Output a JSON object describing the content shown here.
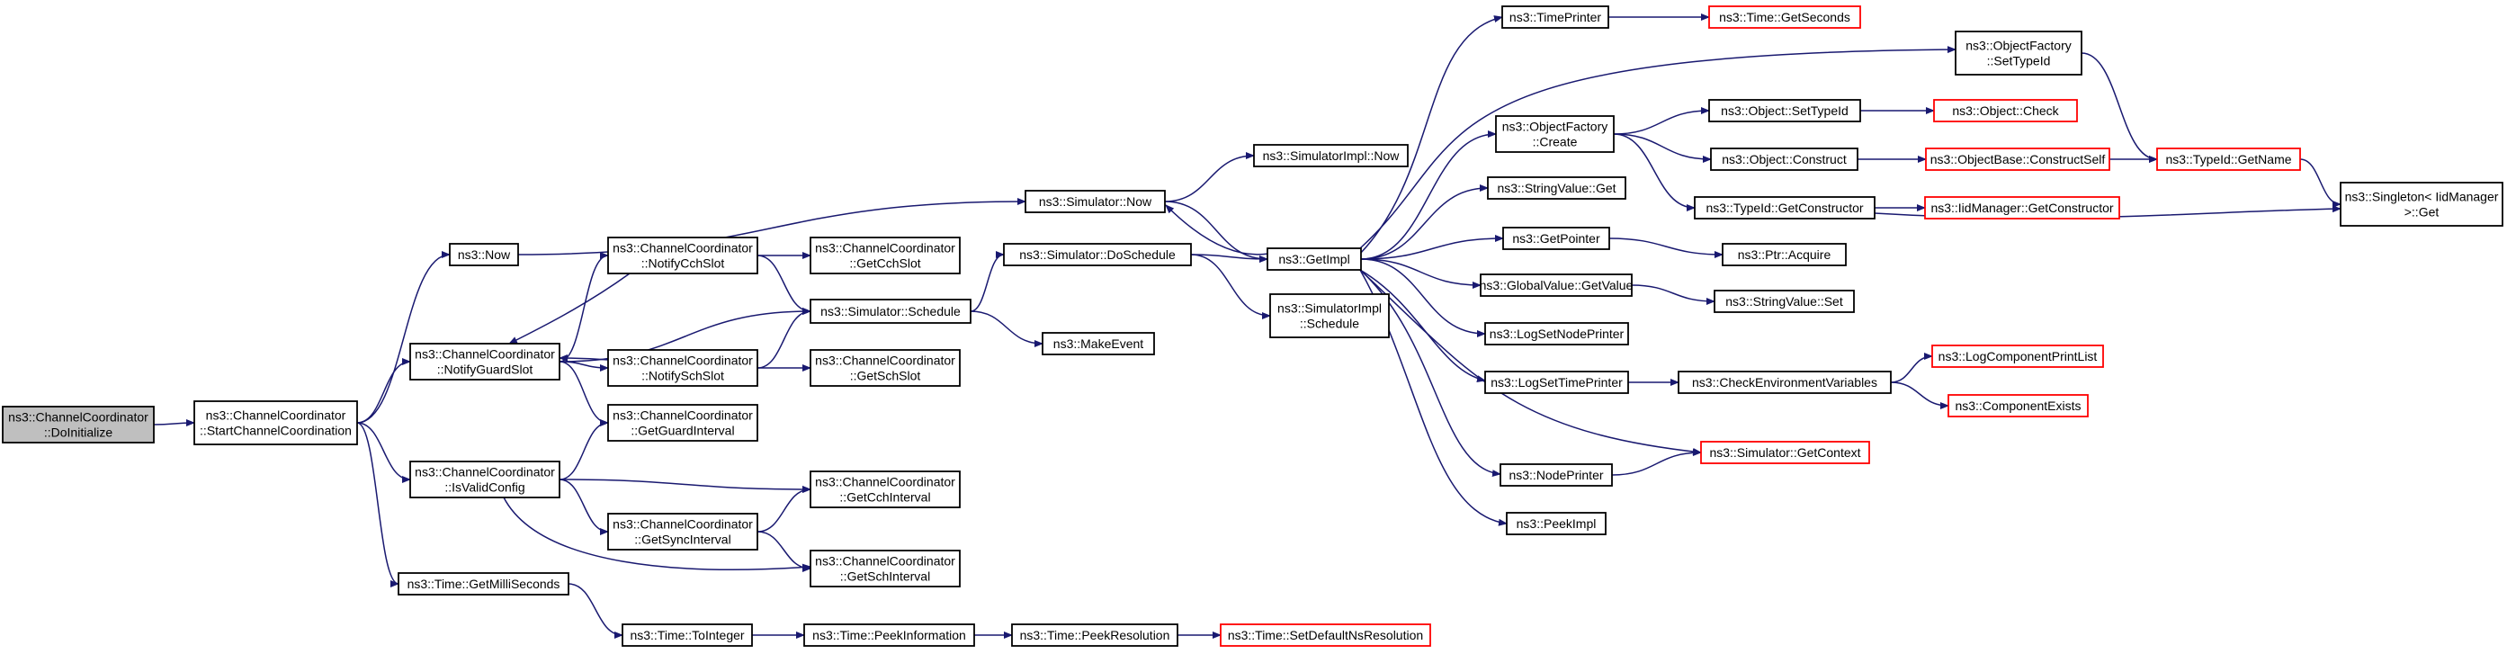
{
  "colors": {
    "edge": "#191970",
    "root_fill": "#bfbfbf",
    "missing_border": "#ff0000",
    "border": "#000000"
  },
  "nodes": {
    "n_doinit": {
      "lines": [
        "ns3::ChannelCoordinator",
        "::DoInitialize"
      ],
      "style": "root"
    },
    "n_startcc": {
      "lines": [
        "ns3::ChannelCoordinator",
        "::StartChannelCoordination"
      ],
      "style": "normal"
    },
    "n_now": {
      "lines": [
        "ns3::Now"
      ],
      "style": "normal"
    },
    "n_notifyguard": {
      "lines": [
        "ns3::ChannelCoordinator",
        "::NotifyGuardSlot"
      ],
      "style": "normal"
    },
    "n_isvalid": {
      "lines": [
        "ns3::ChannelCoordinator",
        "::IsValidConfig"
      ],
      "style": "normal"
    },
    "n_getmilli": {
      "lines": [
        "ns3::Time::GetMilliSeconds"
      ],
      "style": "normal"
    },
    "n_notifycch": {
      "lines": [
        "ns3::ChannelCoordinator",
        "::NotifyCchSlot"
      ],
      "style": "normal"
    },
    "n_notifysch": {
      "lines": [
        "ns3::ChannelCoordinator",
        "::NotifySchSlot"
      ],
      "style": "normal"
    },
    "n_getguardint": {
      "lines": [
        "ns3::ChannelCoordinator",
        "::GetGuardInterval"
      ],
      "style": "normal"
    },
    "n_getsyncint": {
      "lines": [
        "ns3::ChannelCoordinator",
        "::GetSyncInterval"
      ],
      "style": "normal"
    },
    "n_getcchslot": {
      "lines": [
        "ns3::ChannelCoordinator",
        "::GetCchSlot"
      ],
      "style": "normal"
    },
    "n_schedule": {
      "lines": [
        "ns3::Simulator::Schedule"
      ],
      "style": "normal"
    },
    "n_getschslot": {
      "lines": [
        "ns3::ChannelCoordinator",
        "::GetSchSlot"
      ],
      "style": "normal"
    },
    "n_getcchint": {
      "lines": [
        "ns3::ChannelCoordinator",
        "::GetCchInterval"
      ],
      "style": "normal"
    },
    "n_getschint": {
      "lines": [
        "ns3::ChannelCoordinator",
        "::GetSchInterval"
      ],
      "style": "normal"
    },
    "n_tointeger": {
      "lines": [
        "ns3::Time::ToInteger"
      ],
      "style": "normal"
    },
    "n_peekinfo": {
      "lines": [
        "ns3::Time::PeekInformation"
      ],
      "style": "normal"
    },
    "n_peekres": {
      "lines": [
        "ns3::Time::PeekResolution"
      ],
      "style": "normal"
    },
    "n_setdefres": {
      "lines": [
        "ns3::Time::SetDefaultNsResolution"
      ],
      "style": "missing"
    },
    "n_simnow": {
      "lines": [
        "ns3::Simulator::Now"
      ],
      "style": "normal"
    },
    "n_doschedule": {
      "lines": [
        "ns3::Simulator::DoSchedule"
      ],
      "style": "normal"
    },
    "n_makeevent": {
      "lines": [
        "ns3::MakeEvent"
      ],
      "style": "normal"
    },
    "n_simimplnow": {
      "lines": [
        "ns3::SimulatorImpl::Now"
      ],
      "style": "normal"
    },
    "n_getimpl": {
      "lines": [
        "ns3::GetImpl"
      ],
      "style": "normal"
    },
    "n_simimplsched": {
      "lines": [
        "ns3::SimulatorImpl",
        "::Schedule"
      ],
      "style": "normal"
    },
    "n_timeprinter": {
      "lines": [
        "ns3::TimePrinter"
      ],
      "style": "normal"
    },
    "n_getseconds": {
      "lines": [
        "ns3::Time::GetSeconds"
      ],
      "style": "missing"
    },
    "n_objfactcreate": {
      "lines": [
        "ns3::ObjectFactory",
        "::Create"
      ],
      "style": "normal"
    },
    "n_stringget": {
      "lines": [
        "ns3::StringValue::Get"
      ],
      "style": "normal"
    },
    "n_getpointer": {
      "lines": [
        "ns3::GetPointer"
      ],
      "style": "normal"
    },
    "n_globalget": {
      "lines": [
        "ns3::GlobalValue::GetValue"
      ],
      "style": "normal"
    },
    "n_logsetnode": {
      "lines": [
        "ns3::LogSetNodePrinter"
      ],
      "style": "normal"
    },
    "n_logsettime": {
      "lines": [
        "ns3::LogSetTimePrinter"
      ],
      "style": "normal"
    },
    "n_nodeprinter": {
      "lines": [
        "ns3::NodePrinter"
      ],
      "style": "normal"
    },
    "n_peekimpl": {
      "lines": [
        "ns3::PeekImpl"
      ],
      "style": "normal"
    },
    "n_objsettypeid": {
      "lines": [
        "ns3::Object::SetTypeId"
      ],
      "style": "normal"
    },
    "n_objconstruct": {
      "lines": [
        "ns3::Object::Construct"
      ],
      "style": "normal"
    },
    "n_typeidgetctor": {
      "lines": [
        "ns3::TypeId::GetConstructor"
      ],
      "style": "normal"
    },
    "n_ptracquire": {
      "lines": [
        "ns3::Ptr::Acquire"
      ],
      "style": "normal"
    },
    "n_stringset": {
      "lines": [
        "ns3::StringValue::Set"
      ],
      "style": "normal"
    },
    "n_checkenv": {
      "lines": [
        "ns3::CheckEnvironmentVariables"
      ],
      "style": "normal"
    },
    "n_simgetctx": {
      "lines": [
        "ns3::Simulator::GetContext"
      ],
      "style": "missing"
    },
    "n_objfactsettypeid": {
      "lines": [
        "ns3::ObjectFactory",
        "::SetTypeId"
      ],
      "style": "normal"
    },
    "n_objcheck": {
      "lines": [
        "ns3::Object::Check"
      ],
      "style": "missing"
    },
    "n_constructself": {
      "lines": [
        "ns3::ObjectBase::ConstructSelf"
      ],
      "style": "missing"
    },
    "n_iidgetctor": {
      "lines": [
        "ns3::IidManager::GetConstructor"
      ],
      "style": "missing"
    },
    "n_logcompprint": {
      "lines": [
        "ns3::LogComponentPrintList"
      ],
      "style": "missing"
    },
    "n_compexists": {
      "lines": [
        "ns3::ComponentExists"
      ],
      "style": "missing"
    },
    "n_typeidgetname": {
      "lines": [
        "ns3::TypeId::GetName"
      ],
      "style": "missing"
    },
    "n_singleton": {
      "lines": [
        "ns3::Singleton< IidManager",
        ">::Get"
      ],
      "style": "normal"
    }
  },
  "edges": [
    [
      "n_doinit",
      "n_startcc"
    ],
    [
      "n_startcc",
      "n_now"
    ],
    [
      "n_startcc",
      "n_notifyguard"
    ],
    [
      "n_startcc",
      "n_isvalid"
    ],
    [
      "n_startcc",
      "n_getmilli"
    ],
    [
      "n_now",
      "n_simnow"
    ],
    [
      "n_notifyguard",
      "n_notifycch"
    ],
    [
      "n_notifyguard",
      "n_notifysch"
    ],
    [
      "n_notifyguard",
      "n_getguardint"
    ],
    [
      "n_notifyguard",
      "n_schedule"
    ],
    [
      "n_notifycch",
      "n_notifyguard"
    ],
    [
      "n_notifysch",
      "n_notifyguard"
    ],
    [
      "n_notifycch",
      "n_getcchslot"
    ],
    [
      "n_notifycch",
      "n_schedule"
    ],
    [
      "n_notifysch",
      "n_schedule"
    ],
    [
      "n_notifysch",
      "n_getschslot"
    ],
    [
      "n_isvalid",
      "n_getguardint"
    ],
    [
      "n_isvalid",
      "n_getcchint"
    ],
    [
      "n_isvalid",
      "n_getsyncint"
    ],
    [
      "n_isvalid",
      "n_getschint"
    ],
    [
      "n_getsyncint",
      "n_getcchint"
    ],
    [
      "n_getsyncint",
      "n_getschint"
    ],
    [
      "n_getmilli",
      "n_tointeger"
    ],
    [
      "n_tointeger",
      "n_peekinfo"
    ],
    [
      "n_peekinfo",
      "n_peekres"
    ],
    [
      "n_peekres",
      "n_setdefres"
    ],
    [
      "n_schedule",
      "n_doschedule"
    ],
    [
      "n_schedule",
      "n_makeevent"
    ],
    [
      "n_simnow",
      "n_simimplnow"
    ],
    [
      "n_simnow",
      "n_getimpl"
    ],
    [
      "n_doschedule",
      "n_getimpl"
    ],
    [
      "n_doschedule",
      "n_simimplsched"
    ],
    [
      "n_getimpl",
      "n_simnow"
    ],
    [
      "n_getimpl",
      "n_timeprinter"
    ],
    [
      "n_getimpl",
      "n_objfactcreate"
    ],
    [
      "n_getimpl",
      "n_objfactsettypeid"
    ],
    [
      "n_getimpl",
      "n_stringget"
    ],
    [
      "n_getimpl",
      "n_getpointer"
    ],
    [
      "n_getimpl",
      "n_globalget"
    ],
    [
      "n_getimpl",
      "n_logsetnode"
    ],
    [
      "n_getimpl",
      "n_logsettime"
    ],
    [
      "n_getimpl",
      "n_simgetctx"
    ],
    [
      "n_getimpl",
      "n_nodeprinter"
    ],
    [
      "n_getimpl",
      "n_peekimpl"
    ],
    [
      "n_timeprinter",
      "n_getseconds"
    ],
    [
      "n_objfactcreate",
      "n_objsettypeid"
    ],
    [
      "n_objfactcreate",
      "n_objconstruct"
    ],
    [
      "n_objfactcreate",
      "n_typeidgetctor"
    ],
    [
      "n_objsettypeid",
      "n_objcheck"
    ],
    [
      "n_objconstruct",
      "n_constructself"
    ],
    [
      "n_constructself",
      "n_typeidgetname"
    ],
    [
      "n_typeidgetctor",
      "n_iidgetctor"
    ],
    [
      "n_typeidgetctor",
      "n_singleton"
    ],
    [
      "n_objfactsettypeid",
      "n_typeidgetname"
    ],
    [
      "n_typeidgetname",
      "n_singleton"
    ],
    [
      "n_getpointer",
      "n_ptracquire"
    ],
    [
      "n_globalget",
      "n_stringset"
    ],
    [
      "n_logsettime",
      "n_checkenv"
    ],
    [
      "n_checkenv",
      "n_logcompprint"
    ],
    [
      "n_checkenv",
      "n_compexists"
    ],
    [
      "n_nodeprinter",
      "n_simgetctx"
    ]
  ]
}
